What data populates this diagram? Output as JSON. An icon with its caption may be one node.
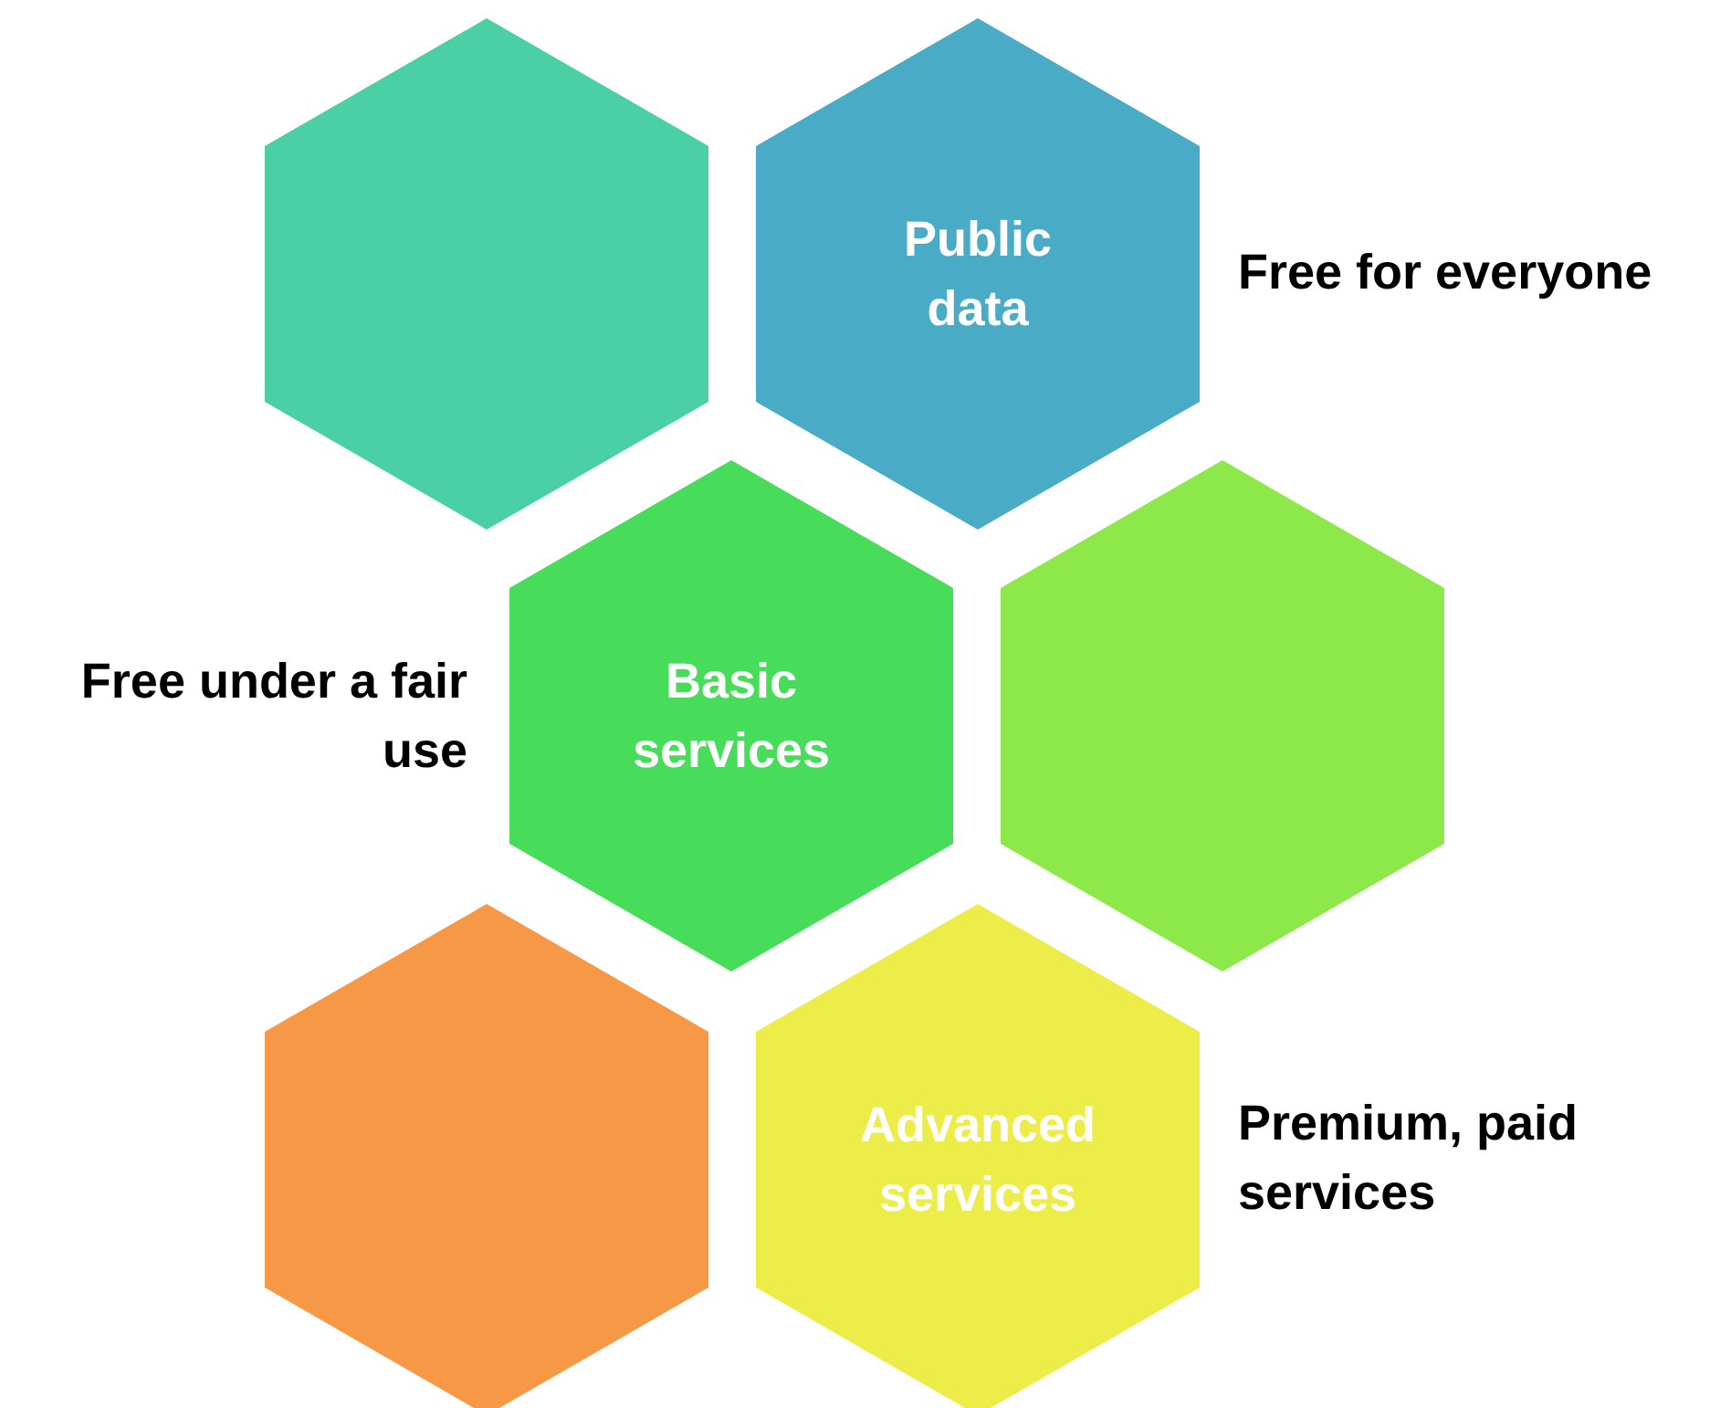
{
  "diagram": {
    "nodes": [
      {
        "text": [],
        "shape": "hexagon"
      },
      {
        "text": [
          "Public data"
        ],
        "beside": [
          "Free for everyone"
        ]
      },
      {
        "text": [
          "Basic services"
        ],
        "beside": [
          "Free under a fair use"
        ]
      },
      {
        "text": [],
        "shape": "hexagon"
      },
      {
        "text": [],
        "shape": "hexagon"
      },
      {
        "text": [
          "Advanced services"
        ],
        "beside": [
          "Premium, paid services"
        ]
      }
    ]
  }
}
